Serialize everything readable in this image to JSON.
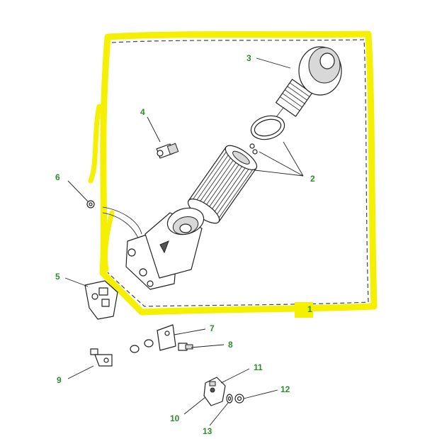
{
  "callouts": {
    "c1": "1",
    "c2": "2",
    "c3": "3",
    "c4": "4",
    "c5": "5",
    "c6": "6",
    "c7": "7",
    "c8": "8",
    "c9": "9",
    "c10": "10",
    "c11": "11",
    "c12": "12",
    "c13": "13"
  },
  "colors": {
    "highlight": "#f4f000",
    "callout_text": "#2e8b2e",
    "linework": "#222222"
  }
}
